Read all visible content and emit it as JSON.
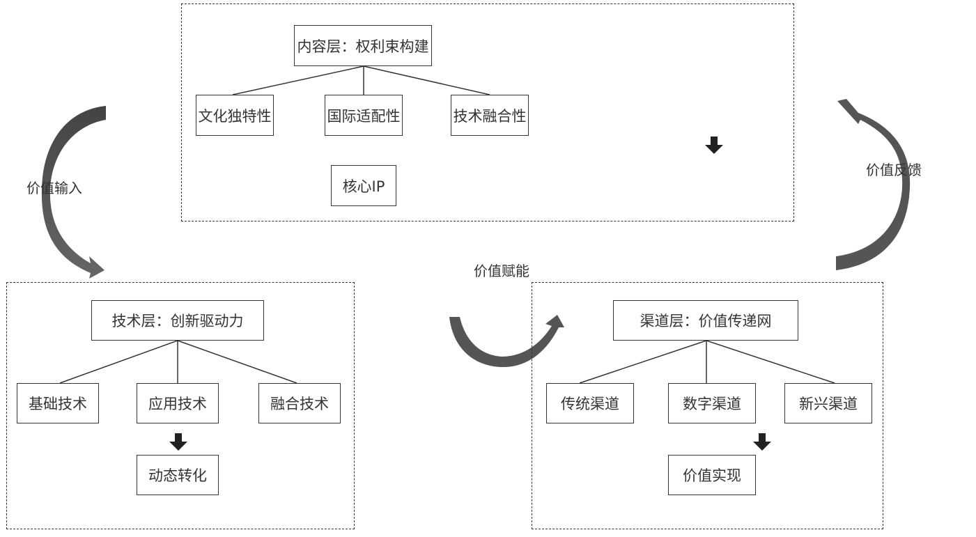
{
  "layers": {
    "content": {
      "title": "内容层：权利束构建",
      "children": [
        "文化独特性",
        "国际适配性",
        "技术融合性"
      ],
      "result": "核心IP"
    },
    "technology": {
      "title": "技术层：创新驱动力",
      "children": [
        "基础技术",
        "应用技术",
        "融合技术"
      ],
      "result": "动态转化"
    },
    "channel": {
      "title": "渠道层：价值传递网",
      "children": [
        "传统渠道",
        "数字渠道",
        "新兴渠道"
      ],
      "result": "价值实现"
    }
  },
  "flows": {
    "input": "价值输入",
    "feedback": "价值反馈",
    "empower": "价值赋能"
  },
  "colors": {
    "line": "#333333",
    "arrow": "#555555"
  }
}
